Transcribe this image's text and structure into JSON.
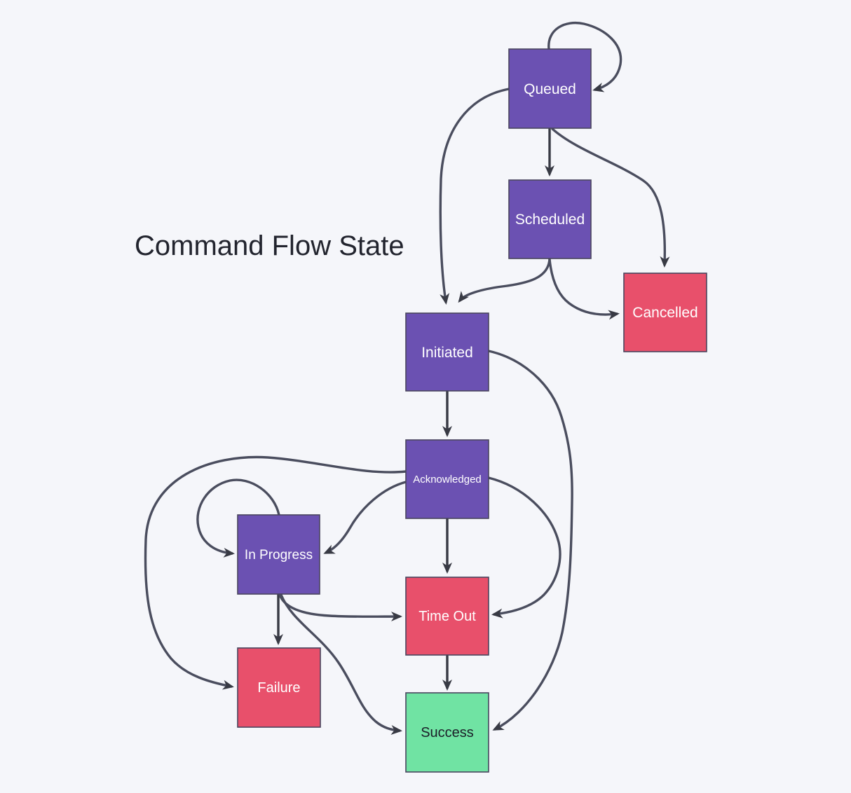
{
  "title": "Command Flow State",
  "diagram": {
    "type": "state-flow-diagram",
    "nodes": [
      {
        "id": "queued",
        "label": "Queued",
        "kind": "state"
      },
      {
        "id": "scheduled",
        "label": "Scheduled",
        "kind": "state"
      },
      {
        "id": "cancelled",
        "label": "Cancelled",
        "kind": "error"
      },
      {
        "id": "initiated",
        "label": "Initiated",
        "kind": "state"
      },
      {
        "id": "acknowledged",
        "label": "Acknowledged",
        "kind": "state"
      },
      {
        "id": "in-progress",
        "label": "In Progress",
        "kind": "state"
      },
      {
        "id": "time-out",
        "label": "Time Out",
        "kind": "error"
      },
      {
        "id": "failure",
        "label": "Failure",
        "kind": "error"
      },
      {
        "id": "success",
        "label": "Success",
        "kind": "success"
      }
    ],
    "edges": [
      {
        "from": "queued",
        "to": "queued",
        "route": "self-loop-right"
      },
      {
        "from": "queued",
        "to": "scheduled",
        "route": "straight-down"
      },
      {
        "from": "queued",
        "to": "initiated",
        "route": "curve-left-down"
      },
      {
        "from": "queued",
        "to": "cancelled",
        "route": "curve-right-down"
      },
      {
        "from": "scheduled",
        "to": "initiated",
        "route": "curve-left-down"
      },
      {
        "from": "scheduled",
        "to": "cancelled",
        "route": "curve-right"
      },
      {
        "from": "initiated",
        "to": "acknowledged",
        "route": "straight-down"
      },
      {
        "from": "initiated",
        "to": "success",
        "route": "big-curve-right"
      },
      {
        "from": "acknowledged",
        "to": "time-out",
        "route": "straight-down"
      },
      {
        "from": "acknowledged",
        "to": "time-out",
        "route": "curve-right"
      },
      {
        "from": "acknowledged",
        "to": "in-progress",
        "route": "curve-left"
      },
      {
        "from": "acknowledged",
        "to": "failure",
        "route": "big-loop-left"
      },
      {
        "from": "in-progress",
        "to": "in-progress",
        "route": "self-loop-left"
      },
      {
        "from": "in-progress",
        "to": "failure",
        "route": "straight-down"
      },
      {
        "from": "in-progress",
        "to": "time-out",
        "route": "curve-right"
      },
      {
        "from": "in-progress",
        "to": "success",
        "route": "curve-right-down"
      },
      {
        "from": "time-out",
        "to": "success",
        "route": "straight-down"
      }
    ],
    "colors": {
      "background": "#f5f6fa",
      "state_fill": "#6b51b2",
      "error_fill": "#e8506b",
      "success_fill": "#70e3a3",
      "node_border": "#49455e",
      "edge_curve": "#4a4d5e",
      "edge_straight": "#383a44",
      "title_text": "#22242e",
      "node_text_light": "#ffffff",
      "node_text_dark": "#1b1e28"
    }
  }
}
